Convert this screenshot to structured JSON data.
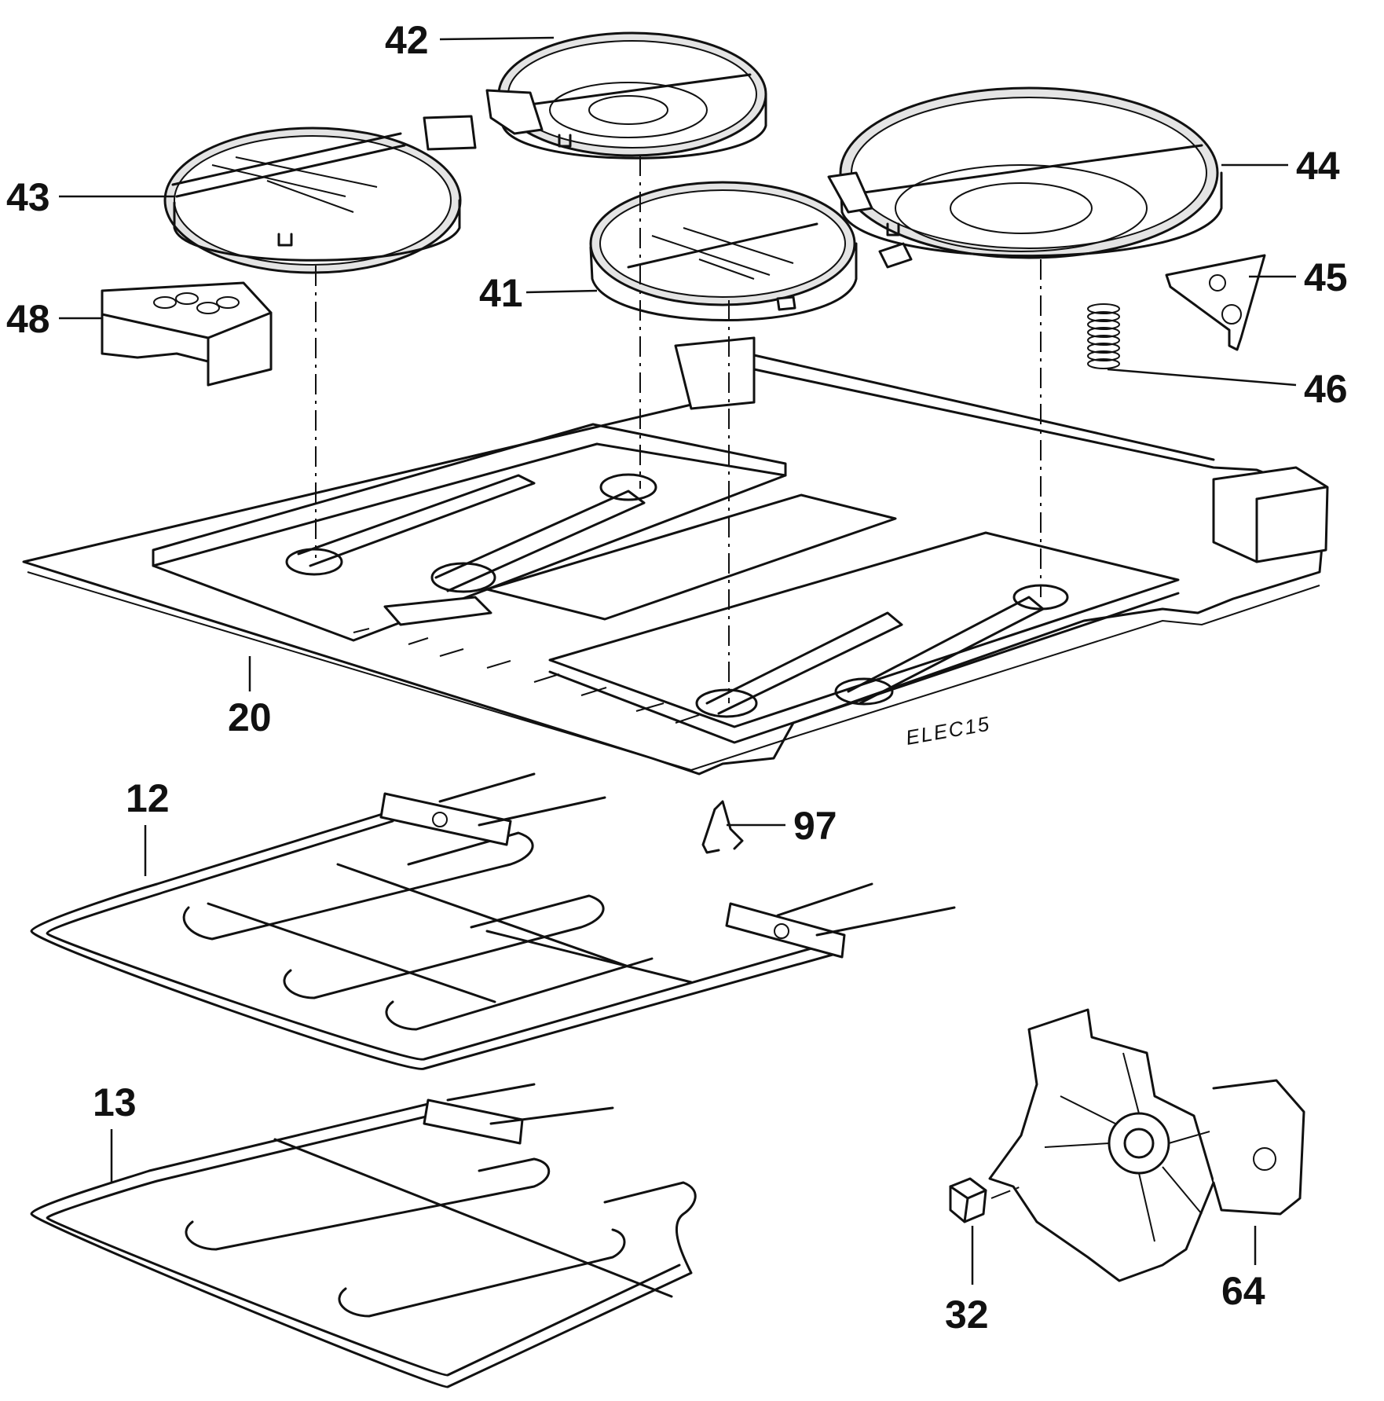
{
  "diagram": {
    "code_label": "ELEC15",
    "parts": [
      {
        "id": "p42",
        "label": "42",
        "name": "hotplate-ring-42"
      },
      {
        "id": "p43",
        "label": "43",
        "name": "hotplate-ring-43"
      },
      {
        "id": "p44",
        "label": "44",
        "name": "hotplate-ring-44"
      },
      {
        "id": "p41",
        "label": "41",
        "name": "hotplate-ring-41"
      },
      {
        "id": "p45",
        "label": "45",
        "name": "bracket-45"
      },
      {
        "id": "p46",
        "label": "46",
        "name": "spring-46"
      },
      {
        "id": "p48",
        "label": "48",
        "name": "terminal-block-48"
      },
      {
        "id": "p20",
        "label": "20",
        "name": "hob-base-plate-20"
      },
      {
        "id": "p12",
        "label": "12",
        "name": "heating-element-12"
      },
      {
        "id": "p97",
        "label": "97",
        "name": "clip-97"
      },
      {
        "id": "p13",
        "label": "13",
        "name": "heating-element-13"
      },
      {
        "id": "p32",
        "label": "32",
        "name": "nut-32"
      },
      {
        "id": "p64",
        "label": "64",
        "name": "fan-motor-64"
      }
    ]
  }
}
